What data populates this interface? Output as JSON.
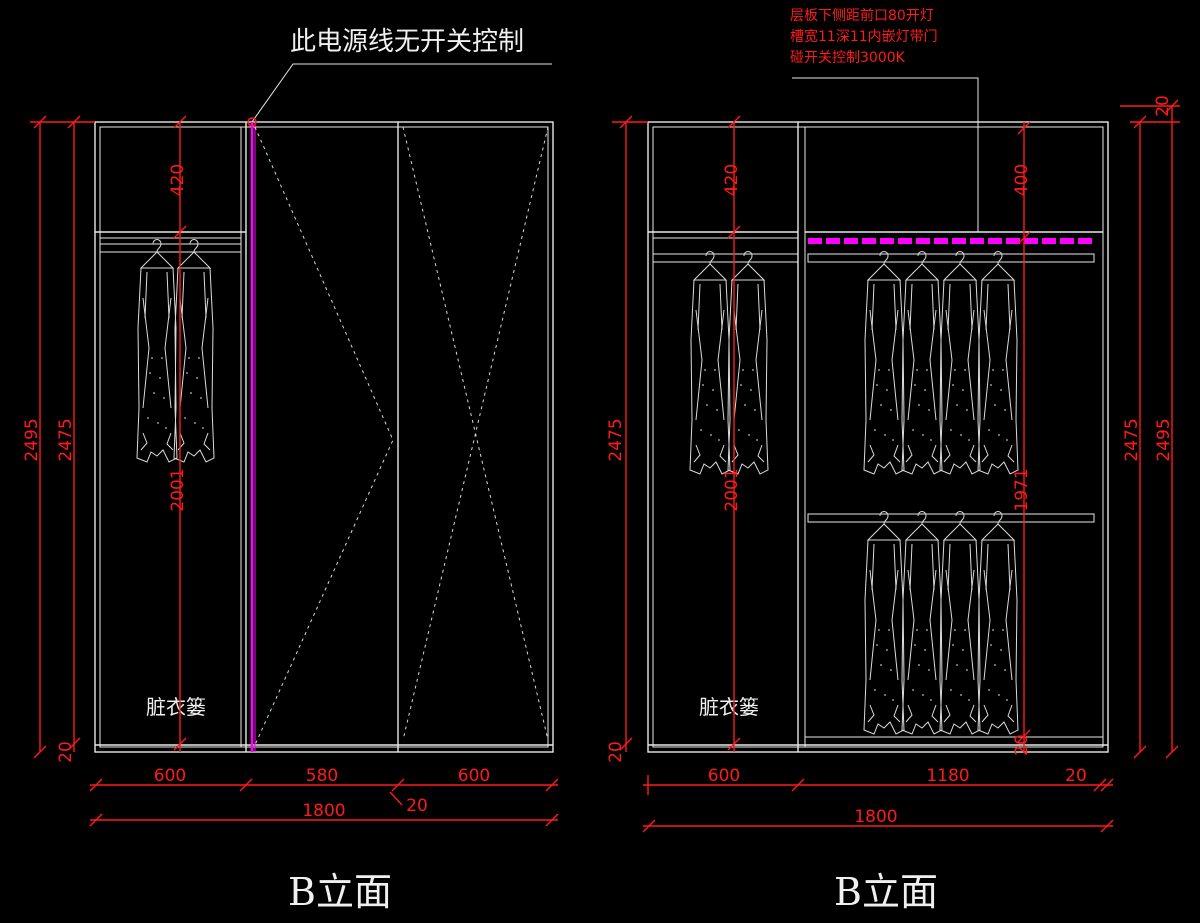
{
  "left_elevation": {
    "title": "B立面",
    "power_note": "此电源线无开关控制",
    "dirty_basket_label": "脏衣篓",
    "dims": {
      "top_shelf": "420",
      "hang_height": "2001",
      "total_outer": "2495",
      "total_inner": "2475",
      "base": "20",
      "width_1": "600",
      "width_2": "580",
      "width_3": "600",
      "total_width": "1800",
      "gap": "20"
    }
  },
  "right_elevation": {
    "title": "B立面",
    "light_note_lines": [
      "层板下侧距前口80开灯",
      "槽宽11深11内嵌灯带门",
      "碰开关控制3000K"
    ],
    "dirty_basket_label": "脏衣篓",
    "dims": {
      "top_shelf_left": "420",
      "top_shelf_right": "400",
      "hang_left": "2001",
      "hang_right": "1971",
      "total_inner": "2475",
      "total_outer": "2495",
      "top_gap": "20",
      "base": "20",
      "bottom_small": "20",
      "width_1": "600",
      "width_2": "1180",
      "width_3": "20",
      "total_width": "1800"
    }
  }
}
